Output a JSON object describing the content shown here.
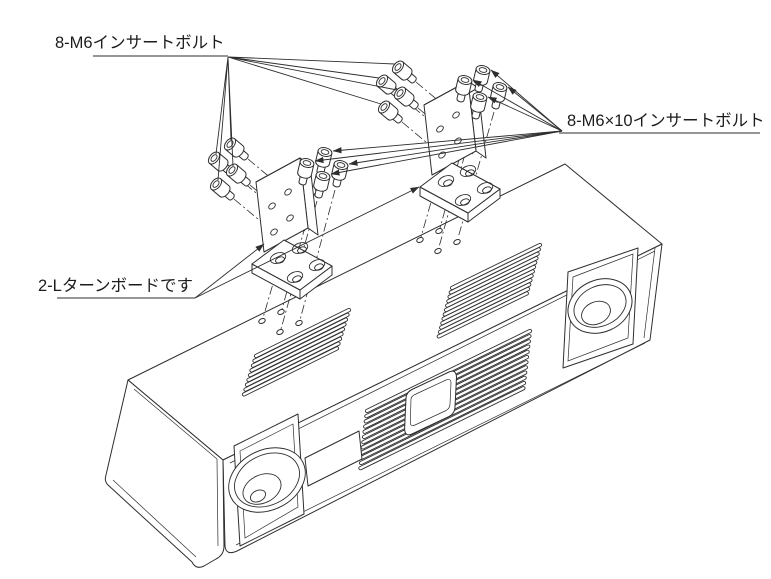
{
  "colors": {
    "background": "#ffffff",
    "line": "#2e2e2e",
    "text": "#1c1c1c"
  },
  "labels": {
    "insert_bolts_m6": "8-M6インサートボルト",
    "insert_bolts_m6x10": "8-M6×10インサートボルト",
    "l_turn_boards": "2-Lターンボードです"
  }
}
